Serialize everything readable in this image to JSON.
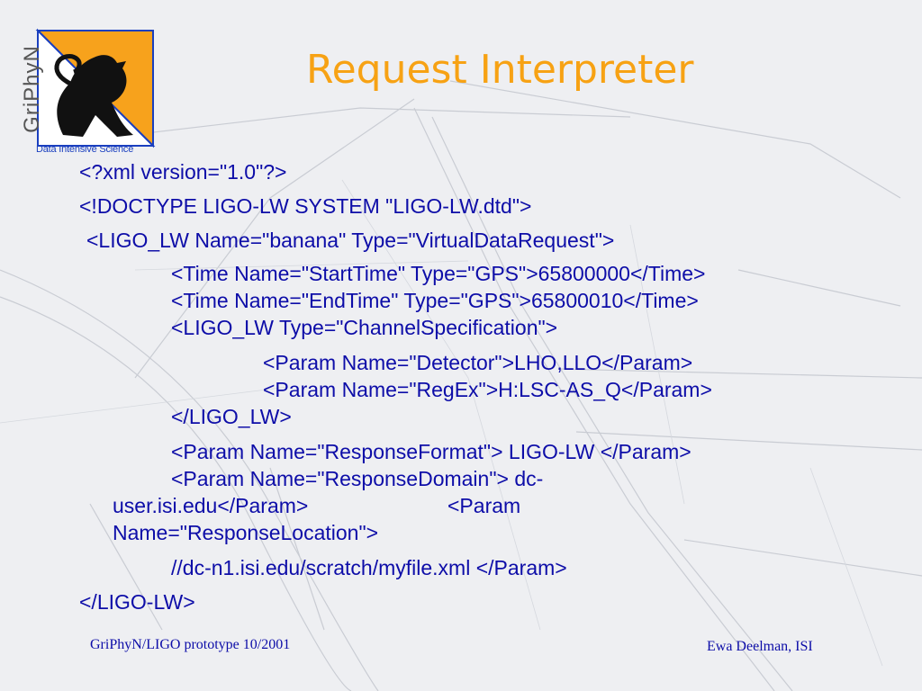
{
  "slide": {
    "title": "Request Interpreter",
    "logo": {
      "wordmark": "GriPhyN",
      "caption": "Data Intensive Science",
      "icon": "griffin-icon"
    },
    "lines": [
      "<?xml version=\"1.0\"?>",
      "<!DOCTYPE LIGO-LW SYSTEM \"LIGO-LW.dtd\">",
      "<LIGO_LW Name=\"banana\" Type=\"VirtualDataRequest\">",
      "<Time Name=\"StartTime\" Type=\"GPS\">65800000</Time>",
      "<Time Name=\"EndTime\" Type=\"GPS\">65800010</Time>",
      "<LIGO_LW Type=\"ChannelSpecification\">",
      "<Param Name=\"Detector\">LHO,LLO</Param>",
      "<Param Name=\"RegEx\">H:LSC-AS_Q</Param>",
      "</LIGO_LW>",
      "<Param Name=\"ResponseFormat\"> LIGO-LW </Param>",
      "<Param Name=\"ResponseDomain\"> dc-",
      "user.isi.edu</Param>",
      "<Param",
      "Name=\"ResponseLocation\">",
      "//dc-n1.isi.edu/scratch/myfile.xml </Param>",
      "</LIGO-LW>"
    ],
    "footer_left": "GriPhyN/LIGO prototype 10/2001",
    "footer_right": "Ewa Deelman, ISI"
  }
}
